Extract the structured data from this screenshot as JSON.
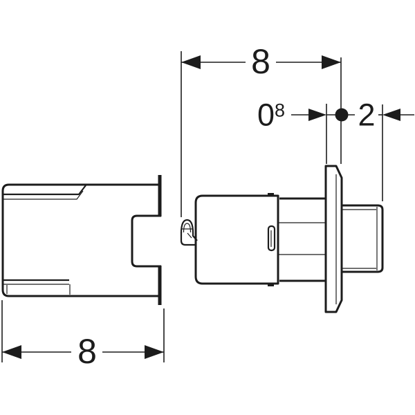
{
  "canvas": {
    "background": "#ffffff",
    "line_color": "#1c1c1c"
  },
  "dimensions": {
    "top_depth": {
      "label": "8"
    },
    "plate_thickness": {
      "label": "0",
      "superscript": "8"
    },
    "spigot_length": {
      "label": "2"
    },
    "box_width": {
      "label": "8"
    }
  }
}
